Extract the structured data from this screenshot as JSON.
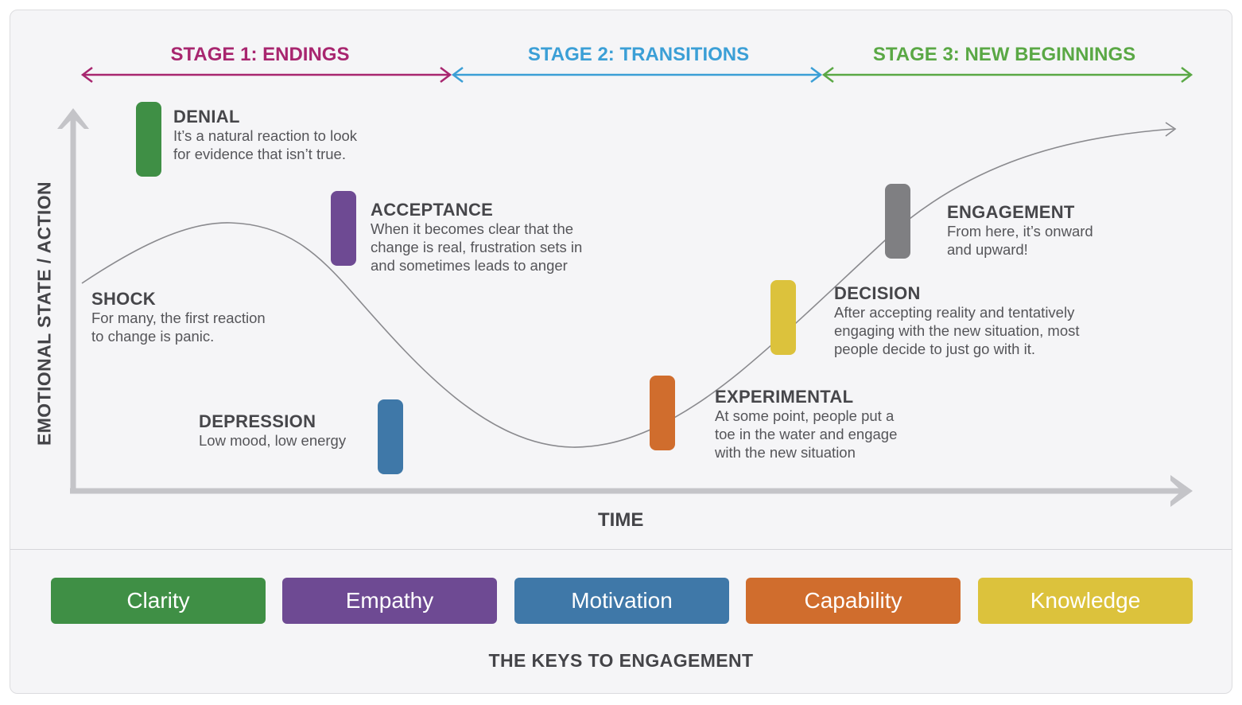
{
  "stages": [
    {
      "label": "STAGE 1: ENDINGS",
      "color": "#a8266f"
    },
    {
      "label": "STAGE 2: TRANSITIONS",
      "color": "#3b9fd6"
    },
    {
      "label": "STAGE 3: NEW BEGINNINGS",
      "color": "#5aa845"
    }
  ],
  "axes": {
    "y_label": "EMOTIONAL STATE / ACTION",
    "x_label": "TIME"
  },
  "phases": {
    "denial": {
      "title": "DENIAL",
      "desc_1": "It’s a natural reaction to look",
      "desc_2": "for evidence that isn’t true.",
      "color": "#3f8f45"
    },
    "acceptance": {
      "title": "ACCEPTANCE",
      "desc_1": "When it becomes clear that the",
      "desc_2": "change is real, frustration sets in",
      "desc_3": "and sometimes leads to anger",
      "color": "#6e4a93"
    },
    "shock": {
      "title": "SHOCK",
      "desc_1": "For many, the first reaction",
      "desc_2": "to change is panic."
    },
    "depression": {
      "title": "DEPRESSION",
      "desc_1": "Low mood, low energy",
      "color": "#3f78a8"
    },
    "experimental": {
      "title": "EXPERIMENTAL",
      "desc_1": "At some point, people put a",
      "desc_2": "toe in the water and engage",
      "desc_3": "with the new situation",
      "color": "#d06d2d"
    },
    "decision": {
      "title": "DECISION",
      "desc_1": "After accepting reality and tentatively",
      "desc_2": "engaging with the new situation, most",
      "desc_3": "people decide to just go with it.",
      "color": "#dcc23c"
    },
    "engagement": {
      "title": "ENGAGEMENT",
      "desc_1": "From here, it’s onward",
      "desc_2": "and upward!",
      "color": "#7f7f82"
    }
  },
  "keys": {
    "title": "THE KEYS TO ENGAGEMENT",
    "items": [
      {
        "label": "Clarity",
        "color": "#3f8f45"
      },
      {
        "label": "Empathy",
        "color": "#6e4a93"
      },
      {
        "label": "Motivation",
        "color": "#3f78a8"
      },
      {
        "label": "Capability",
        "color": "#d06d2d"
      },
      {
        "label": "Knowledge",
        "color": "#dcc23c"
      }
    ]
  }
}
